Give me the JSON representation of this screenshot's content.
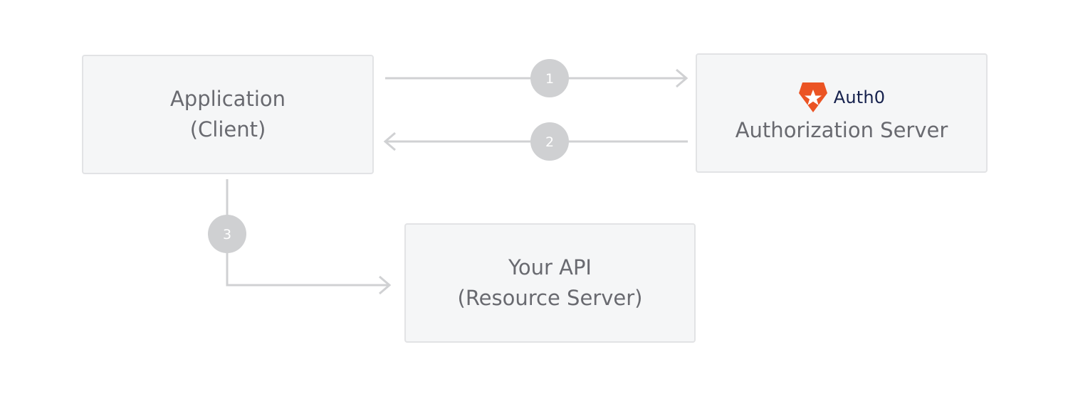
{
  "nodes": {
    "client": {
      "line1": "Application",
      "line2": "(Client)"
    },
    "auth_server": {
      "brand": "Auth0",
      "label": "Authorization Server"
    },
    "api": {
      "line1": "Your API",
      "line2": "(Resource Server)"
    }
  },
  "steps": {
    "step1": "1",
    "step2": "2",
    "step3": "3"
  },
  "colors": {
    "box_fill": "#f5f6f7",
    "box_border": "#e2e3e5",
    "connector": "#d0d1d3",
    "step_badge": "#cfd0d2",
    "text": "#696a70",
    "brand_text": "#16214d",
    "brand_logo": "#eb5424"
  },
  "icons": {
    "brand_logo": "auth0-shield-star-icon"
  }
}
